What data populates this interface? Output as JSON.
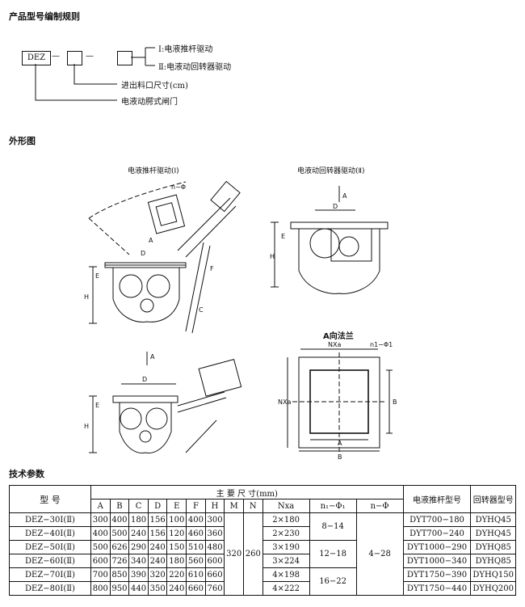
{
  "coding": {
    "title": "产品型号编制规则",
    "code_prefix": "DEZ",
    "dash": "—",
    "opt1": "Ⅰ:电液推杆驱动",
    "opt2": "Ⅱ:电液动回转器驱动",
    "size_label": "进出料口尺寸(cm)",
    "type_label": "电液动腭式闸门"
  },
  "outline": {
    "title": "外形图",
    "view1_caption": "电液推杆驱动(Ⅰ)",
    "view2_caption": "电液动回转器驱动(Ⅱ)",
    "flange_caption": "A向法兰",
    "dims": {
      "A": "A",
      "B": "B",
      "C": "C",
      "D": "D",
      "E": "E",
      "F": "F",
      "H": "H",
      "nphi": "n−Φ",
      "n1phi1": "n1−Φ1",
      "nxa": "NXa"
    }
  },
  "specs": {
    "title": "技术参数",
    "header": {
      "model": "型 号",
      "main_dims": "主 要 尺 寸(mm)",
      "cols": [
        "A",
        "B",
        "C",
        "D",
        "E",
        "F",
        "H",
        "M",
        "N",
        "Nxa",
        "n₁−Φ₁",
        "n−Φ"
      ],
      "pushrod": "电液推杆型号",
      "rotator": "回转器型号"
    },
    "rows": [
      {
        "model": "DEZ−30Ⅰ(Ⅱ)",
        "A": "300",
        "B": "400",
        "C": "180",
        "D": "156",
        "E": "100",
        "F": "400",
        "H": "300",
        "Nxa": "2×180",
        "pushrod": "DYT700−180",
        "rotator": "DYHQ45"
      },
      {
        "model": "DEZ−40Ⅰ(Ⅱ)",
        "A": "400",
        "B": "500",
        "C": "240",
        "D": "156",
        "E": "120",
        "F": "460",
        "H": "360",
        "Nxa": "2×230",
        "pushrod": "DYT700−240",
        "rotator": "DYHQ45"
      },
      {
        "model": "DEZ−50Ⅰ(Ⅱ)",
        "A": "500",
        "B": "626",
        "C": "290",
        "D": "240",
        "E": "150",
        "F": "510",
        "H": "480",
        "Nxa": "3×190",
        "pushrod": "DYT1000−290",
        "rotator": "DYHQ85"
      },
      {
        "model": "DEZ−60Ⅰ(Ⅱ)",
        "A": "600",
        "B": "726",
        "C": "340",
        "D": "240",
        "E": "180",
        "F": "560",
        "H": "600",
        "Nxa": "3×224",
        "pushrod": "DYT1000−340",
        "rotator": "DYHQ85"
      },
      {
        "model": "DEZ−70Ⅰ(Ⅱ)",
        "A": "700",
        "B": "850",
        "C": "390",
        "D": "320",
        "E": "220",
        "F": "610",
        "H": "660",
        "Nxa": "4×198",
        "pushrod": "DYT1750−390",
        "rotator": "DYHQ150"
      },
      {
        "model": "DEZ−80Ⅰ(Ⅱ)",
        "A": "800",
        "B": "950",
        "C": "440",
        "D": "350",
        "E": "240",
        "F": "660",
        "H": "760",
        "Nxa": "4×222",
        "pushrod": "DYT1750−440",
        "rotator": "DYHQ200"
      }
    ],
    "M": "320",
    "N": "260",
    "n1phi1": [
      "8−14",
      "12−18",
      "16−22"
    ],
    "nphi": "4−28"
  }
}
